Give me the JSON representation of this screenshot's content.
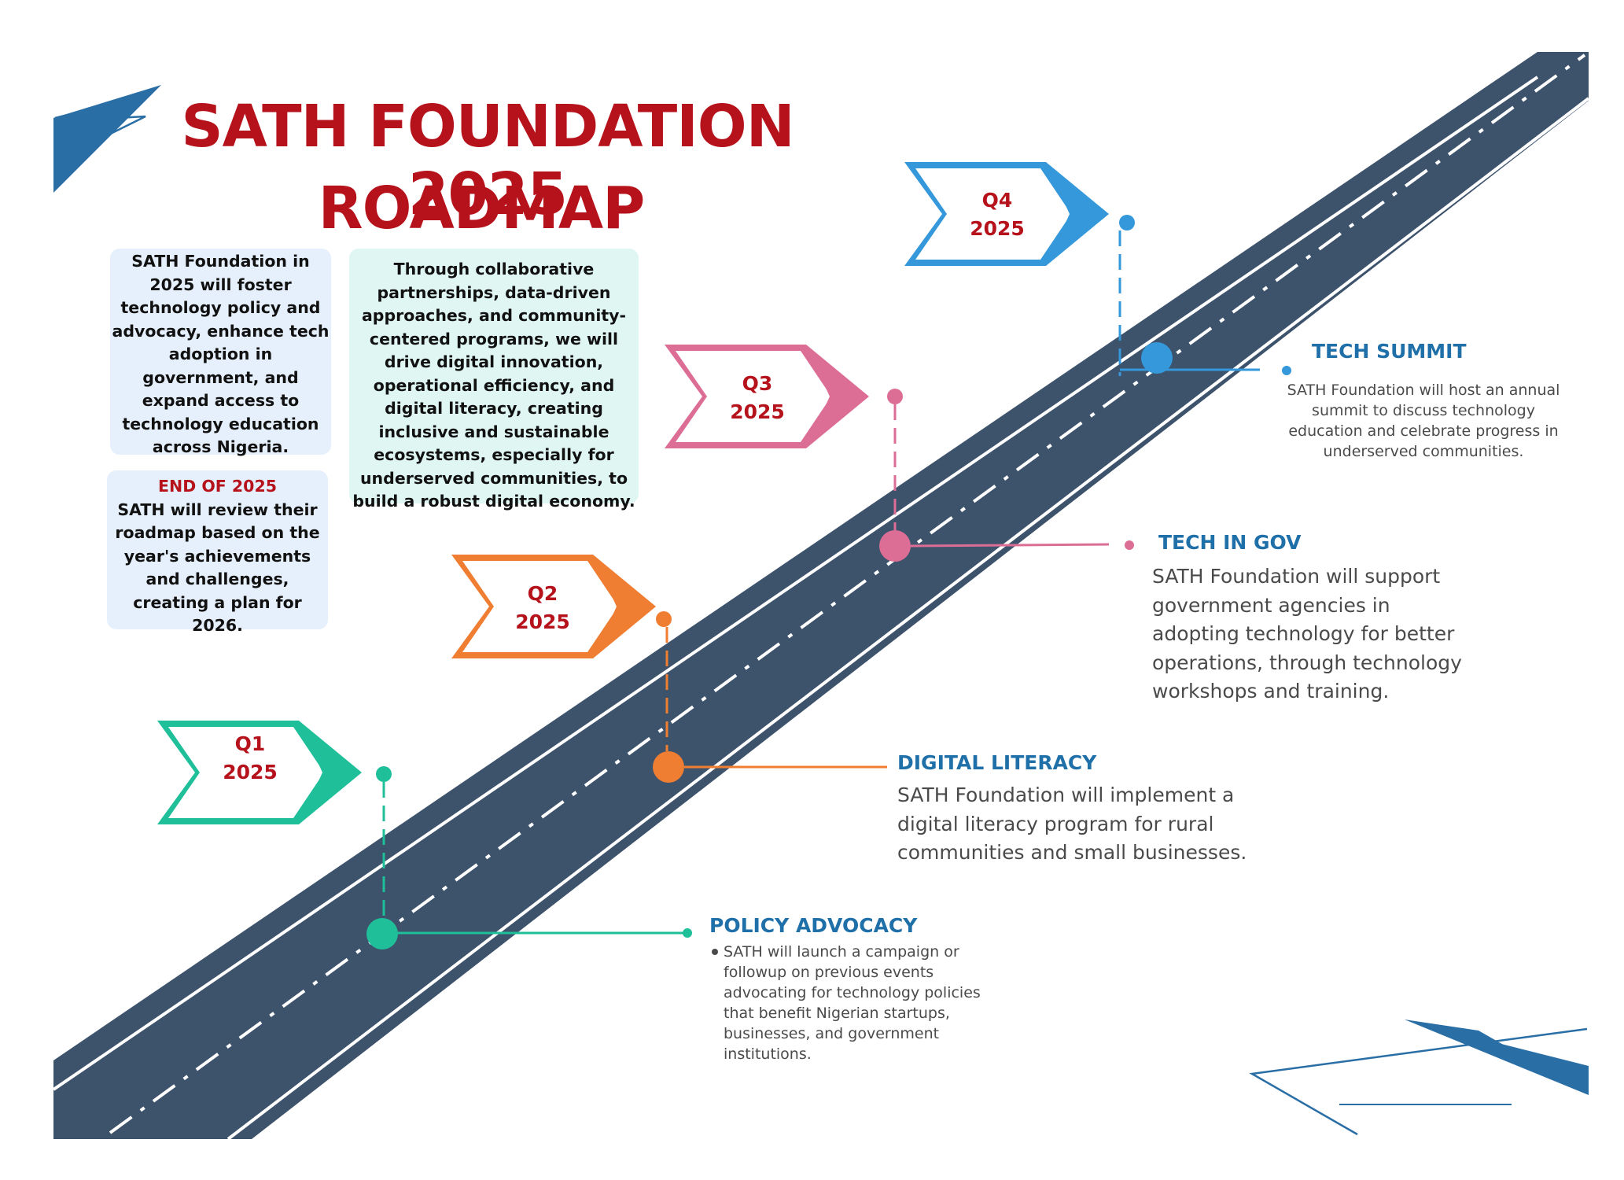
{
  "title": {
    "line1": "SATH FOUNDATION 2025",
    "line2": "ROADMAP"
  },
  "intro": {
    "box1": "SATH Foundation in 2025 will foster technology policy and advocacy, enhance tech adoption in government, and expand access to technology education across Nigeria.",
    "box2": "Through collaborative partnerships, data-driven approaches, and community-centered programs, we will drive digital innovation, operational efficiency, and digital literacy, creating inclusive and sustainable ecosystems, especially for underserved communities, to build a robust digital economy.",
    "end_title": "END OF 2025",
    "end_body": "SATH will review their roadmap based on the year's achievements and challenges, creating a plan for 2026."
  },
  "quarters": [
    {
      "q": "Q1",
      "year": "2025",
      "color": "#1fbf9a"
    },
    {
      "q": "Q2",
      "year": "2025",
      "color": "#ef7d32"
    },
    {
      "q": "Q3",
      "year": "2025",
      "color": "#dc6e96"
    },
    {
      "q": "Q4",
      "year": "2025",
      "color": "#3598db"
    }
  ],
  "milestones": {
    "policy": {
      "title": "POLICY ADVOCACY",
      "body": "SATH will launch a campaign or followup on previous events advocating for technology policies that benefit Nigerian startups, businesses, and government institutions."
    },
    "digital_literacy": {
      "title": "DIGITAL LITERACY",
      "body": "SATH Foundation will implement a digital literacy program for rural communities and small businesses."
    },
    "tech_in_gov": {
      "title": "TECH IN GOV",
      "body": "SATH Foundation will support government agencies in adopting technology for better operations, through technology workshops and training."
    },
    "tech_summit": {
      "title": "TECH SUMMIT",
      "body": "SATH Foundation will host an annual summit to discuss technology education and celebrate progress in underserved communities."
    }
  },
  "colors": {
    "title": "#b5121b",
    "road": "#3d526b",
    "heading": "#1f6fa8",
    "accent_blue": "#2a6ea6"
  }
}
